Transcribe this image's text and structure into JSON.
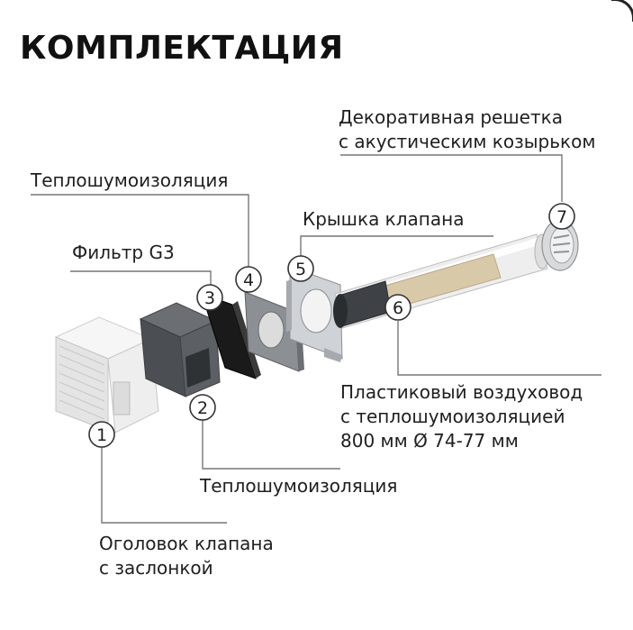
{
  "page": {
    "title": "КОМПЛЕКТАЦИЯ"
  },
  "labels": {
    "grille": {
      "line1": "Декоративная решетка",
      "line2": "с акустическим козырьком"
    },
    "insulation_top": {
      "line1": "Теплошумоизоляция"
    },
    "valve_cover": {
      "line1": "Крышка клапана"
    },
    "filter": {
      "line1": "Фильтр G3"
    },
    "duct": {
      "line1": "Пластиковый воздуховод",
      "line2": "с теплошумоизоляцией",
      "line3": "800 мм Ø 74-77 мм"
    },
    "insulation_bottom": {
      "line1": "Теплошумоизоляция"
    },
    "valve_head": {
      "line1": "Оголовок клапана",
      "line2": "с заслонкой"
    }
  },
  "markers": {
    "m1": "1",
    "m2": "2",
    "m3": "3",
    "m4": "4",
    "m5": "5",
    "m6": "6",
    "m7": "7"
  },
  "colors": {
    "text": "#1f1f1f",
    "leader_line": "#777777",
    "marker_fill": "#ffffff",
    "marker_stroke": "#333333",
    "head_white": "#ececec",
    "insulation_dark": "#55595d",
    "filter_black": "#1a1a1a",
    "gasket_gray": "#8c8f93",
    "cover_metal": "#c9ccd0",
    "duct_white": "#f1f1f1",
    "duct_core": "#d8c9a8"
  }
}
